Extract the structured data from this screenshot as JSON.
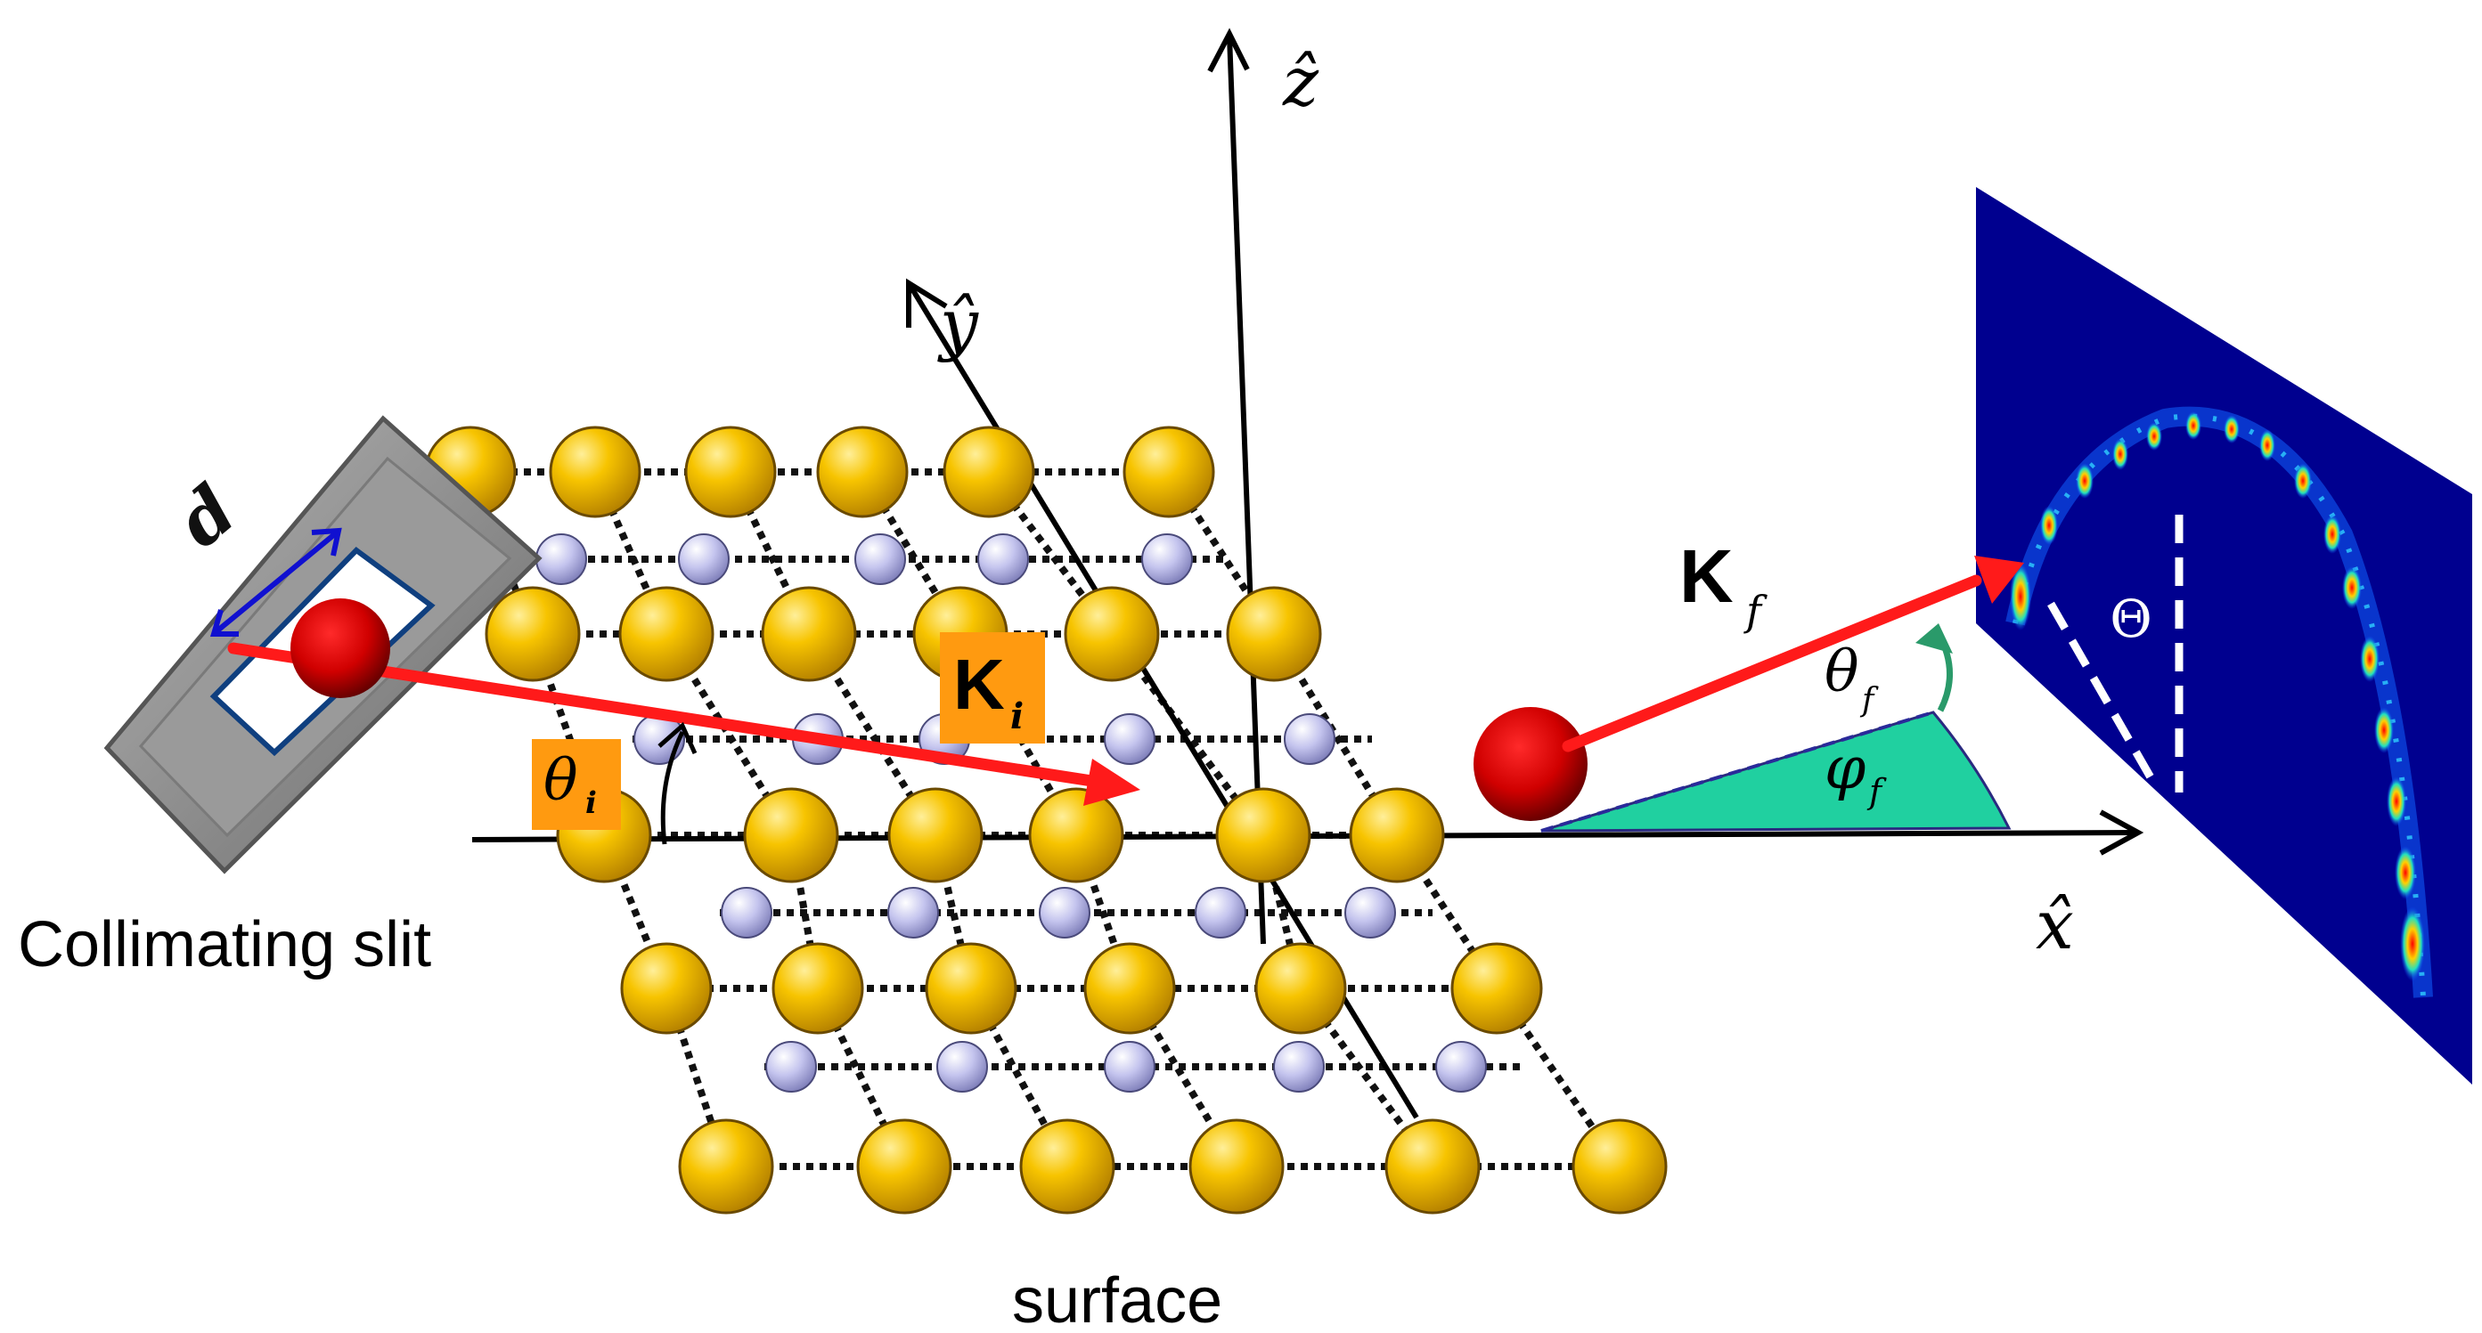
{
  "labels": {
    "collimating_slit": "Collimating slit",
    "surface": "surface",
    "slit_width": "d",
    "k_initial": "K",
    "k_initial_sub": "i",
    "k_final": "K",
    "k_final_sub": "f",
    "theta_initial": "θ",
    "theta_initial_sub": "i",
    "theta_final": "θ",
    "theta_final_sub": "f",
    "phi_final": "φ",
    "phi_final_sub": "f",
    "deflection_angle": "Θ",
    "axis_x": "x̂",
    "axis_y": "ŷ",
    "axis_z": "ẑ"
  },
  "colors": {
    "gold_atom": "#f5be00",
    "small_atom": "#b8b8e8",
    "beam": "#ff1a1a",
    "projectile": "#d00000",
    "slit_frame": "#8a8a8a",
    "label_box": "#ff9a10",
    "detector": "#00009a",
    "phi_sector": "#20d0a0",
    "theta_f_arrow": "#2a9a6a",
    "slit_arrow": "#1010d0"
  }
}
